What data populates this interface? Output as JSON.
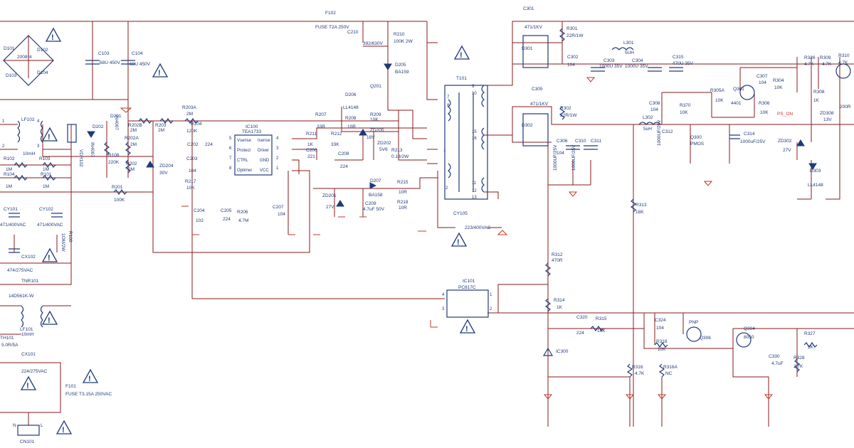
{
  "labels": {
    "D101": "D101",
    "D102": "D102",
    "D103": "D103",
    "D104": "D104",
    "D101v": "2008*4",
    "C103": "C103",
    "C103v": "68U 450V",
    "C104": "C104",
    "C104v": "68U 450V",
    "LF102": "LF102",
    "LF102v": "10mH",
    "VDR102": "VDR102",
    "R102": "R102",
    "R102v": "1M",
    "R103": "R103",
    "R103v": "1M",
    "R104": "R104",
    "R104v": "1M",
    "R101": "R101",
    "R101v": "1M",
    "CY101": "CY101",
    "CY101v": "471/400VAC",
    "CY102": "CY102",
    "CY102v": "471/400VAC",
    "CX102": "CX102",
    "CX102v": "474/275VAC",
    "R106b": "R106",
    "R106bv": "1OM/2W",
    "TNR101": "TNR101",
    "TNR101v": "14D561K-W",
    "LF101": "LF101",
    "LF101v": "10mH",
    "TH101": "TH101",
    "TH101v": "5.0R/5A",
    "CX101": "CX101",
    "CX101v": "224/275VAC",
    "F101": "F101",
    "F101v": "FUSE T3.15A 250VAC",
    "CN101": "CN101",
    "D202": "D202",
    "D202v": "IN4007",
    "D201": "D201",
    "D201v": "IN4007",
    "R202A": "R202A",
    "R202Av": "2M",
    "R202B": "R202B",
    "R202Bv": "2M",
    "R203": "R203",
    "R203v": "2M",
    "R203A": "R203A",
    "R203Av": "2M",
    "R204": "R204",
    "R204v": "120K",
    "R106": "R106",
    "R106v": "220K",
    "R202": "R202",
    "R202v": "2M",
    "ZD204": "ZD204",
    "ZD204v": "30V",
    "R201": "R201",
    "R201v": "100K",
    "C202": "C202",
    "C202v": "224",
    "C203": "C203",
    "C203v": "104",
    "R217": "R217",
    "R217v": "10K",
    "C204": "C204",
    "C204v": "102",
    "C205": "C205",
    "C205v": "224",
    "R206": "R206",
    "R206v": "4.7M",
    "IC100": "IC100",
    "IC100v": "TEA1733",
    "pin_vs": "Vsense",
    "pin_is": "Isense",
    "pin_pr": "Protect",
    "pin_dr": "Driver",
    "pin_ct": "CTRL",
    "pin_gn": "GND",
    "pin_op": "Optimer",
    "pin_vc": "VCC",
    "p5": "5",
    "p4": "4",
    "p6": "6",
    "p3": "3",
    "p7": "7",
    "p2": "2",
    "p8": "8",
    "p1": "1",
    "F102": "F102",
    "F102v": "FUSE T2A 250V",
    "C210": "C210",
    "C210v": "392/630V",
    "R210": "R210",
    "R210v": "100K 2W",
    "D205": "D205",
    "D205v": "BA159",
    "Q201": "Q201",
    "D206": "D206",
    "D206v": "LL4148",
    "R207": "R207",
    "R207v": "33R",
    "R208": "R208",
    "R208v": "10R",
    "R209": "R209",
    "R209v": "10K",
    "ZD205": "ZD205",
    "ZD205v": "18V",
    "R211": "R211",
    "R211v": "1K",
    "R212": "R212",
    "R212v": "33K",
    "C206": "C206",
    "C206v": "221",
    "C208": "C208",
    "C208v": "224",
    "ZD202": "ZD202",
    "ZD202v": "5V6",
    "R213": "R213",
    "R213v": "0.18/2W",
    "D207": "D207",
    "D207v": "BA158",
    "R215": "R215",
    "R215v": "10R",
    "R218": "R218",
    "R218v": "10R",
    "ZD201": "ZD201",
    "ZD201v": "27V",
    "C209": "C209",
    "C209v": "4.7uF 50V",
    "C207": "C207",
    "C207v": "104",
    "CY105": "CY105",
    "CY105v": "223/400VAC",
    "T101": "T101",
    "t9": "9",
    "t10": "10",
    "t7": "7",
    "t8": "8",
    "t15": "15",
    "t16": "16",
    "t11": "11",
    "t12": "12",
    "t13": "13",
    "t1": "1",
    "t2": "2",
    "C301": "C301",
    "C301v": "471/1KV",
    "R301": "R301",
    "R301v": "22R/1W",
    "D301": "D301",
    "C302": "C302",
    "C302v": "104",
    "L301": "L301",
    "L301v": "5UH",
    "C303": "C303",
    "C303v": "1000U 35V",
    "C304": "C304",
    "C304v": "1000U 35V",
    "C315": "C315",
    "C315v": "470U 35V",
    "C305": "C305",
    "C305v": "471/1KV",
    "R302": "R302",
    "R302v": "22R/1W",
    "D302": "D302",
    "C306": "C306",
    "C306v": "104",
    "C310": "C310",
    "C310v": "1000UF/25V",
    "C311": "C311",
    "C311v": "1000UF/25V",
    "L302": "L302",
    "L302v": "5uH",
    "C308": "C308",
    "C308v": "104",
    "R370": "R370",
    "R370v": "10K",
    "C312": "C312",
    "C312v": "1000UF/25V",
    "Q300": "Q300",
    "Q300v": "PMOS",
    "C314": "C314",
    "C314v": "1000uF/25V",
    "R305A": "R305A",
    "R305Av": "10K",
    "Q301": "Q301",
    "Q301v": "4401",
    "C307": "C307",
    "C307v": "104",
    "R304": "R304",
    "R304v": "10K",
    "R306": "R306",
    "R306v": "10K",
    "PS_ON": "PS_ON",
    "R326": "R326",
    "R326v": "4.7K",
    "R309": "R309",
    "R309v": "4.7K",
    "R310": "R310",
    "R310v": "4.7K",
    "R308": "R308",
    "R308v": "1K",
    "ZD308": "ZD308",
    "ZD308v": "13V",
    "ZD302": "ZD302",
    "ZD302v": "27V",
    "D303": "D303",
    "D303v": "LL4148",
    "R307": "200R",
    "R313": "R313",
    "R313v": "18K",
    "R312": "R312",
    "R312v": "470R",
    "R314": "R314",
    "R314v": "1K",
    "IC101": "IC101",
    "IC101v": "PC817C",
    "o4": "4",
    "o3": "3",
    "o1": "1",
    "o2": "2",
    "C320": "C320",
    "C320v": "224",
    "R315": "R315",
    "R315v": "10K",
    "IC300": "IC300",
    "C324": "C324",
    "C324v": "104",
    "R318": "R318",
    "R318v": "10K",
    "PNP": "PNP",
    "Q306": "Q306",
    "Q304": "Q304",
    "Q304v": "8050",
    "R327": "R327",
    "R327v": "1K",
    "C330": "C330",
    "C330v": "4.7uF",
    "R328": "R328",
    "R328v": "2.7K",
    "R316": "R316",
    "R316v": "4.7K",
    "R316A": "R316A",
    "R316Av": "NC",
    "n1": "1",
    "n2": "2",
    "n3": "3",
    "n4": "4",
    "cnN": "N",
    "cnL": "L"
  },
  "warning_symbol": "!",
  "colors": {
    "wire": "#8b1a1a",
    "component": "#1f3a7a",
    "ground": "#c0392b",
    "ps_on": "#d0342c"
  }
}
